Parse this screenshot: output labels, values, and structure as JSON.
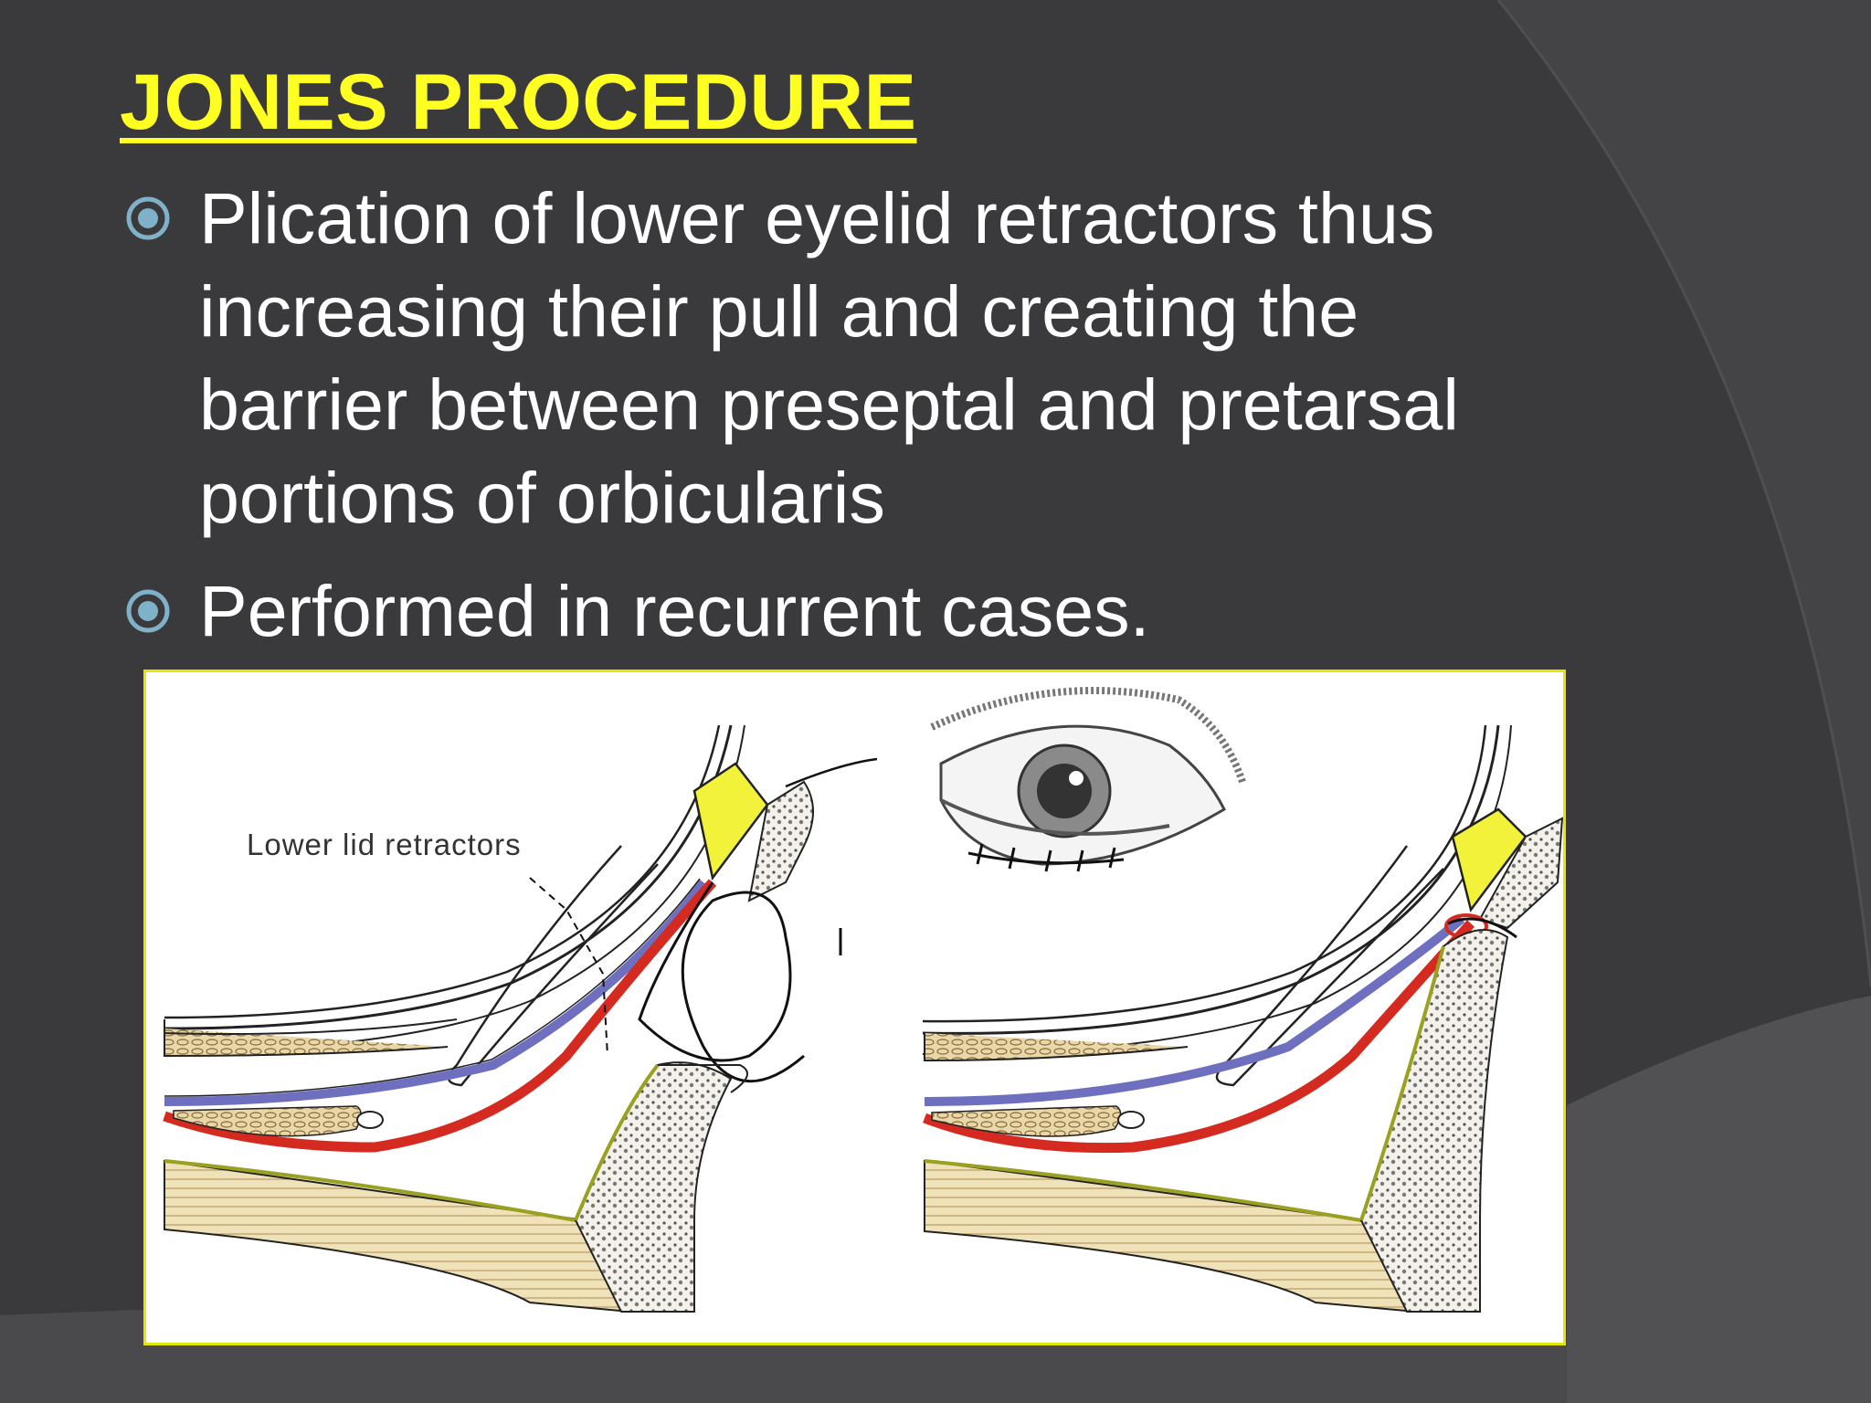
{
  "slide": {
    "title": "JONES PROCEDURE",
    "bullets": [
      "Plication of lower eyelid retractors thus increasing their pull and creating the barrier between preseptal and pretarsal portions of orbicularis",
      "Performed in recurrent cases."
    ],
    "figure": {
      "label_lower_lid_retractors": "Lower lid retractors"
    },
    "colors": {
      "background": "#3a3a3c",
      "title": "#ffff22",
      "text": "#ffffff",
      "bullet_icon": "#7fb2c8",
      "figure_border": "#e6e600",
      "retractor_blue": "#6f6fc0",
      "orbicularis_red": "#d42a20",
      "tarsus_yellow": "#f2f23a"
    }
  }
}
